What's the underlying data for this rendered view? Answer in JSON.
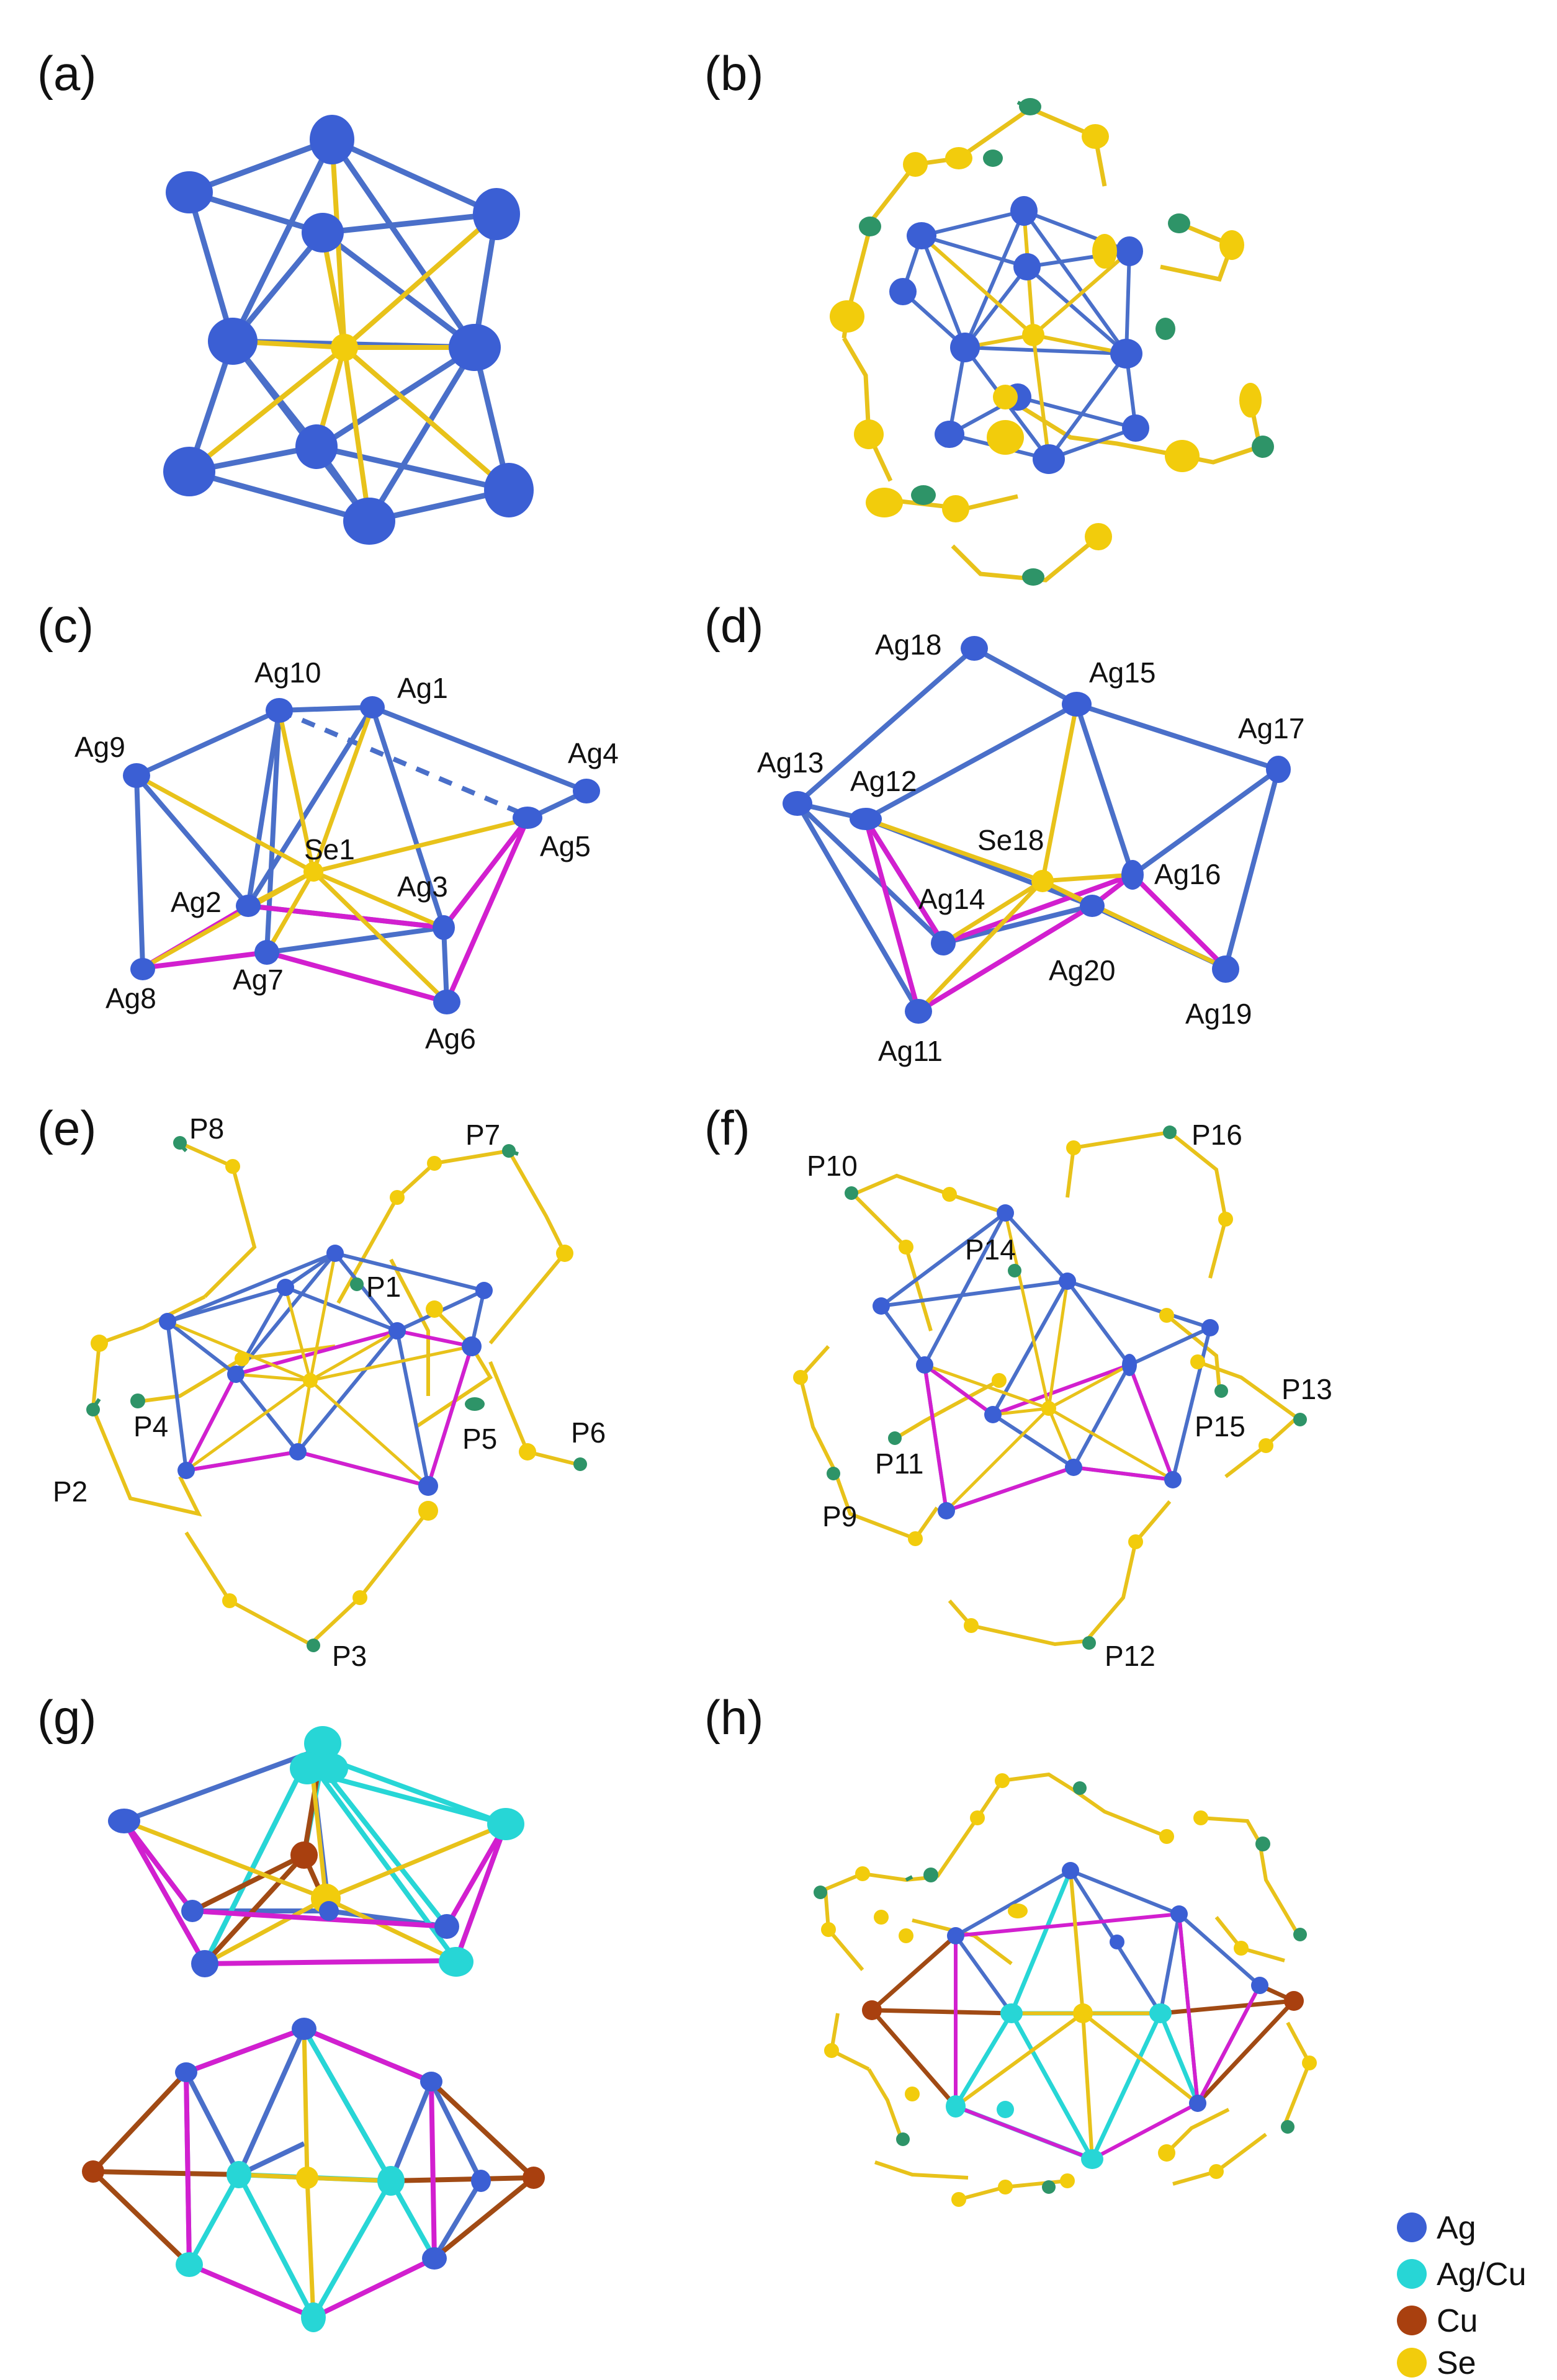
{
  "colors": {
    "ag": "#3b5fd4",
    "agcu": "#27d6d6",
    "cu": "#a9400f",
    "se": "#f2cc0c",
    "p": "#2e9468",
    "bond_ag": "#4a6fc9",
    "bond_se": "#e8c21a",
    "bond_mag": "#d21fcf",
    "bond_p": "#2e9468",
    "bond_cu": "#a14a14"
  },
  "panels": [
    "(a)",
    "(b)",
    "(c)",
    "(d)",
    "(e)",
    "(f)",
    "(g)",
    "(h)"
  ],
  "panel_c_labels": [
    "Ag10",
    "Ag1",
    "Ag9",
    "Ag4",
    "Se1",
    "Ag5",
    "Ag2",
    "Ag3",
    "Ag7",
    "Ag8",
    "Ag6"
  ],
  "panel_d_labels": [
    "Ag18",
    "Ag15",
    "Ag17",
    "Ag13",
    "Ag12",
    "Se18",
    "Ag16",
    "Ag14",
    "Ag20",
    "Ag11",
    "Ag19"
  ],
  "panel_e_labels": [
    "P8",
    "P7",
    "P1",
    "P4",
    "P5",
    "P6",
    "P2",
    "P3"
  ],
  "panel_f_labels": [
    "P16",
    "P10",
    "P14",
    "P13",
    "P15",
    "P11",
    "P9",
    "P12"
  ],
  "legend": [
    {
      "label": "Ag",
      "color": "#3b5fd4"
    },
    {
      "label": "Ag/Cu",
      "color": "#27d6d6"
    },
    {
      "label": "Cu",
      "color": "#a9400f"
    },
    {
      "label": "Se",
      "color": "#f2cc0c"
    }
  ]
}
